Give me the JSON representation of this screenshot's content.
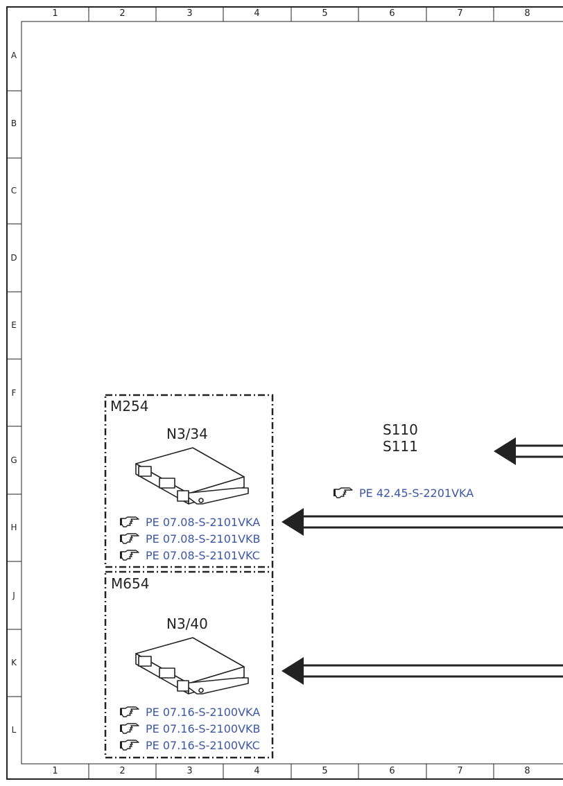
{
  "grid": {
    "columns": [
      "1",
      "2",
      "3",
      "4",
      "5",
      "6",
      "7",
      "8"
    ],
    "rows": [
      "A",
      "B",
      "C",
      "D",
      "E",
      "F",
      "G",
      "H",
      "J",
      "K",
      "L"
    ]
  },
  "signals": [
    "S110",
    "S111"
  ],
  "signal_ref": "PE 42.45-S-2201VKA",
  "boxes": [
    {
      "engine": "M254",
      "component": "N3/34",
      "refs": [
        "PE 07.08-S-2101VKA",
        "PE 07.08-S-2101VKB",
        "PE 07.08-S-2101VKC"
      ]
    },
    {
      "engine": "M654",
      "component": "N3/40",
      "refs": [
        "PE 07.16-S-2100VKA",
        "PE 07.16-S-2100VKB",
        "PE 07.16-S-2100VKC"
      ]
    }
  ],
  "colors": {
    "link": "#3b57a6",
    "line": "#222222"
  }
}
